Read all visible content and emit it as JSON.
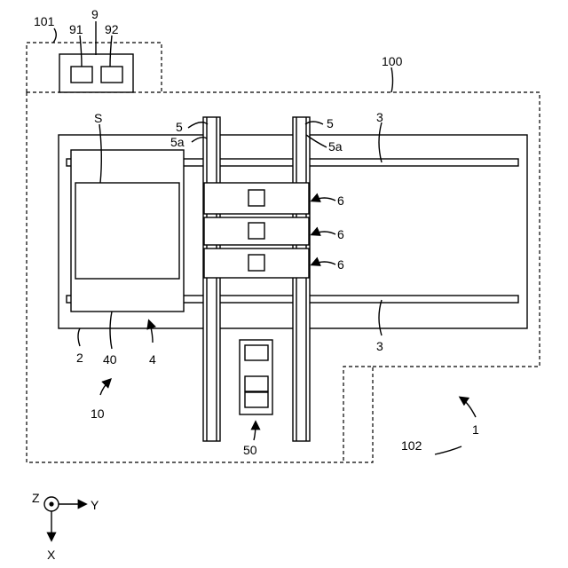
{
  "labels": {
    "ref_101": "101",
    "ref_9": "9",
    "ref_91": "91",
    "ref_92": "92",
    "ref_100": "100",
    "ref_S": "S",
    "ref_5_left": "5",
    "ref_5_right": "5",
    "ref_5a_left": "5a",
    "ref_5a_right": "5a",
    "ref_3_top": "3",
    "ref_3_bottom": "3",
    "ref_6_a": "6",
    "ref_6_b": "6",
    "ref_6_c": "6",
    "ref_2": "2",
    "ref_40": "40",
    "ref_4": "4",
    "ref_10": "10",
    "ref_50": "50",
    "ref_102": "102",
    "ref_1": "1"
  },
  "axes": {
    "z": "Z",
    "y": "Y",
    "x": "X"
  }
}
